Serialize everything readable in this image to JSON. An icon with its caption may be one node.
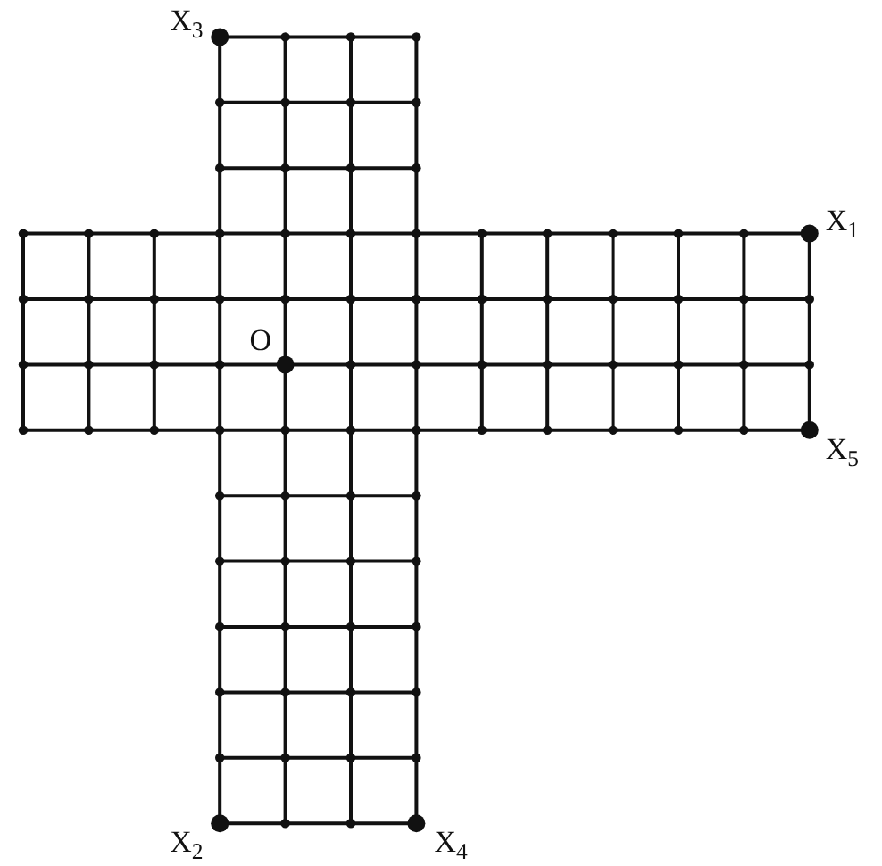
{
  "diagram": {
    "labels": [
      "X$_{3}$",
      "X$_{1}$",
      "O",
      "X$_{5}$",
      "X$_{2}$",
      "X$_{4}$"
    ]
  }
}
